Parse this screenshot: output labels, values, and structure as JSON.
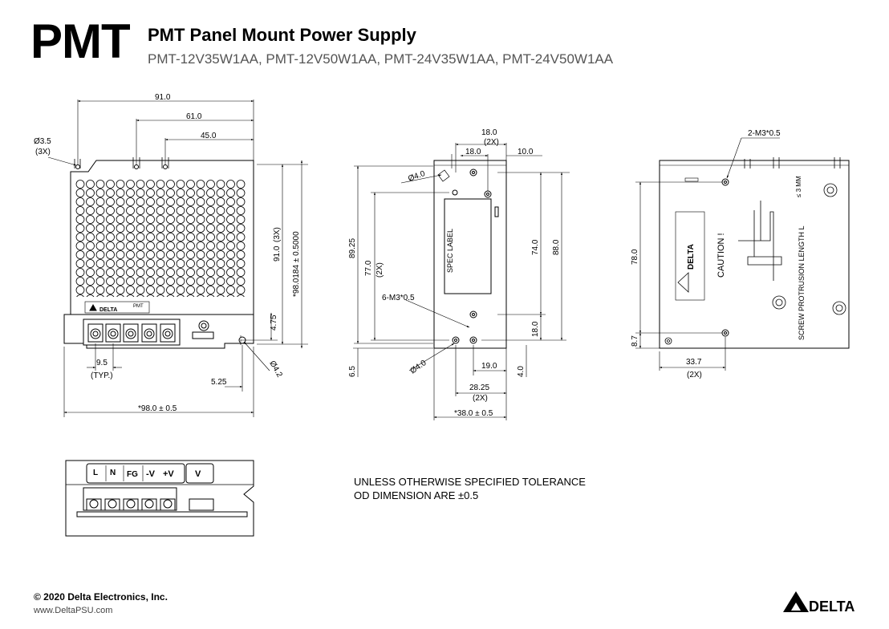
{
  "header": {
    "logo": "PMT",
    "title": "PMT Panel Mount Power Supply",
    "subtitle": "PMT-12V35W1AA, PMT-12V50W1AA, PMT-24V35W1AA, PMT-24V50W1AA"
  },
  "front_view": {
    "dims": {
      "w91": "91.0",
      "w61": "61.0",
      "w45": "45.0",
      "hole_dia": "Ø3.5",
      "hole_count": "(3X)",
      "h91": "91.0",
      "h91_count": "(3X)",
      "h98": "*98.0184 ± 0.5000",
      "pitch": "9.5",
      "pitch_typ": "(TYP.)",
      "d475": "4.75",
      "d525": "5.25",
      "hole42": "Ø4.2",
      "w98": "*98.0 ± 0.5"
    },
    "label_brand": "DELTA",
    "label_model": "PMT"
  },
  "side_view": {
    "dims": {
      "d18a": "18.0",
      "d18a_count": "(2X)",
      "d18b": "18.0",
      "d10": "10.0",
      "hole40a": "Ø4.0",
      "spec_label": "SPEC LABEL",
      "h8925": "89.25",
      "h77": "77.0",
      "h77_count": "(2X)",
      "h74": "74.0",
      "h88": "88.0",
      "m3": "6-M3*0.5",
      "h18": "18.0",
      "h65": "6.5",
      "hole40b": "Ø4.0",
      "d19": "19.0",
      "d40": "4.0",
      "d2825": "28.25",
      "d2825_count": "(2X)",
      "w38": "*38.0 ± 0.5"
    }
  },
  "rear_view": {
    "dims": {
      "m3": "2-M3*0.5",
      "h78": "78.0",
      "h87": "8.7",
      "d337": "33.7",
      "d337_count": "(2X)",
      "caution": "CAUTION !",
      "protrusion": "SCREW PROTRUSION LENGTH L",
      "max": "≤ 3 MM",
      "brand": "DELTA"
    }
  },
  "terminal_view": {
    "labels": [
      "L",
      "N",
      "FG",
      "-V",
      "+V",
      "V"
    ]
  },
  "notes": {
    "line1": "UNLESS OTHERWISE SPECIFIED TOLERANCE",
    "line2": "OD DIMENSION ARE ±0.5"
  },
  "footer": {
    "copyright": "© 2020 Delta Electronics, Inc.",
    "website": "www.DeltaPSU.com",
    "brand": "DELTA"
  }
}
